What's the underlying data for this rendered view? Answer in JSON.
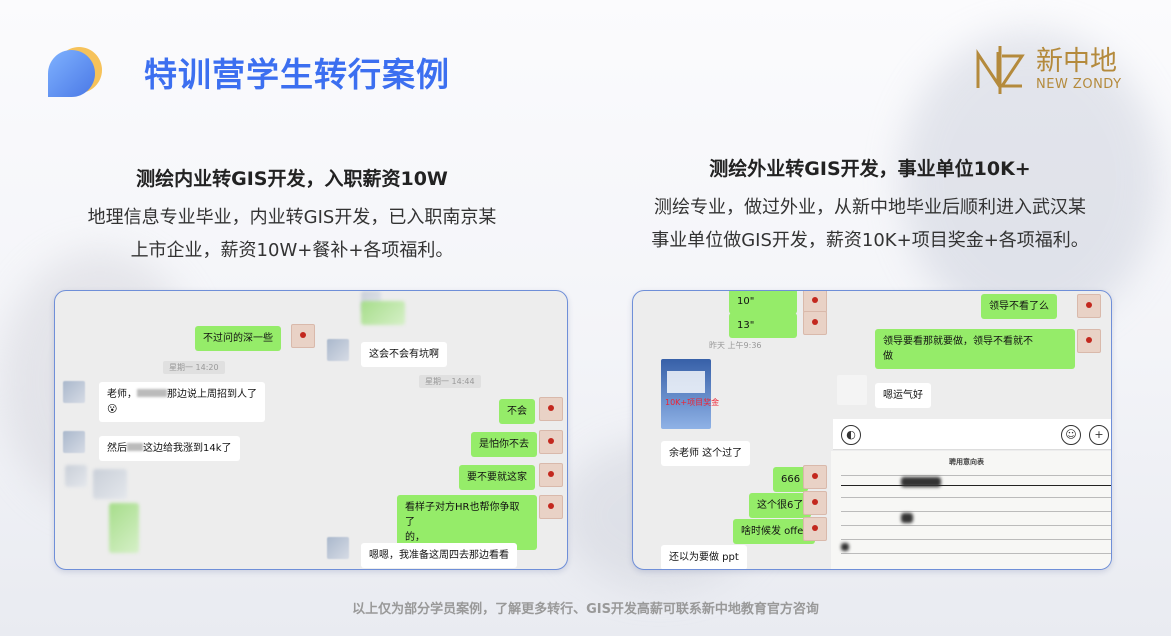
{
  "header": {
    "title": "特训营学生转行案例",
    "logo_cn": "新中地",
    "logo_en": "NEW ZONDY"
  },
  "colors": {
    "title": "#3c6ff0",
    "logo": "#b48a3c",
    "bubble_green": "#95ec69",
    "card_border": "#6f8fd8"
  },
  "case1": {
    "title": "测绘内业转GIS开发，入职薪资10W",
    "desc_line1": "地理信息专业毕业，内业转GIS开发，已入职南京某",
    "desc_line2": "上市企业，薪资10W+餐补+各项福利。",
    "chat": {
      "m1": "不过问的深一些",
      "m2": "这会不会有坑啊",
      "t1": "星期一 14:20",
      "m3": "老师，",
      "m3b": "那边说上周招到人了",
      "t2": "星期一 14:44",
      "m4": "不会",
      "m5": "然后",
      "m5b": "这边给我涨到14k了",
      "m6": "是怕你不去",
      "m7": "要不要就这家",
      "m8a": "看样子对方HR也帮你争取了",
      "m8b": "的，",
      "m9": "嗯嗯，我准备这周四去那边看看"
    }
  },
  "case2": {
    "title": "测绘外业转GIS开发，事业单位10K+",
    "desc_line1": "测绘专业，做过外业，从新中地毕业后顺利进入武汉某",
    "desc_line2": "事业单位做GIS开发，薪资10K+项目奖金+各项福利。",
    "chat": {
      "v1": "10\"",
      "v2": "13\"",
      "t1": "昨天 上午9:36",
      "thumb_label": "10K+项目奖金",
      "m1": "领导不看了么",
      "m2a": "领导要看那就要做，领导不看就不",
      "m2b": "做",
      "m3": "嗯运气好",
      "m4": "余老师 这个过了",
      "m5": "666",
      "m6": "这个很6了",
      "m7": "啥时候发 offer",
      "m8": "还以为要做 ppt",
      "doc_title": "聘用意向表"
    }
  },
  "footer": "以上仅为部分学员案例，了解更多转行、GIS开发高薪可联系新中地教育官方咨询"
}
